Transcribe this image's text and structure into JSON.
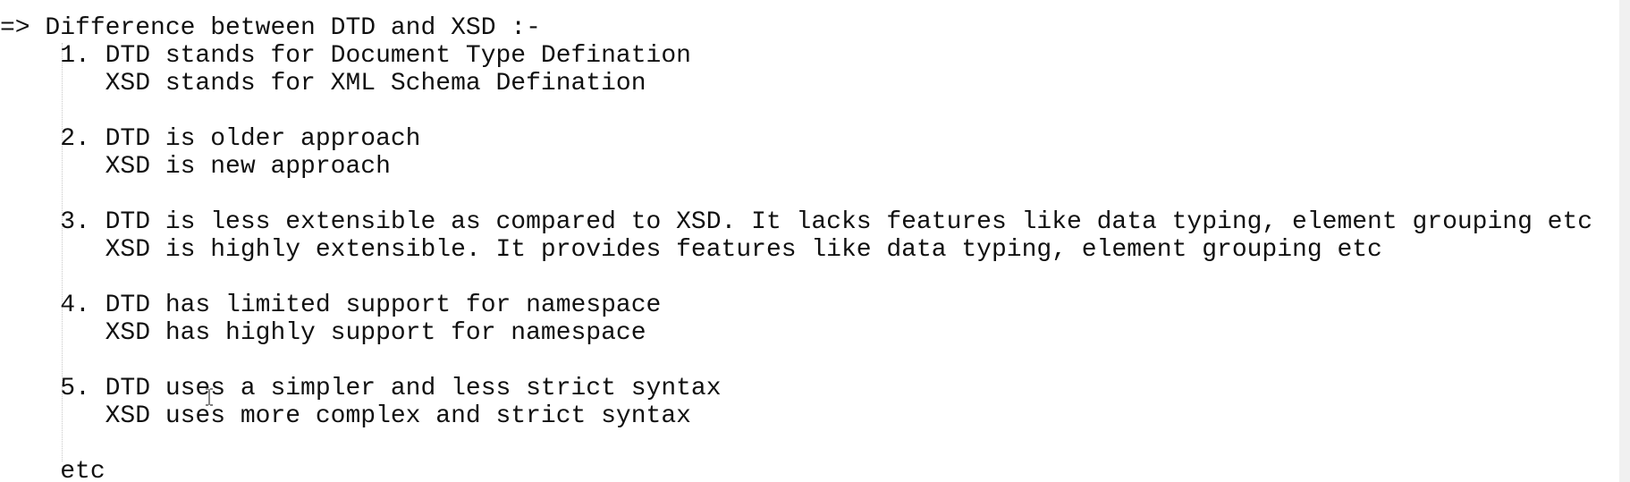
{
  "editor": {
    "lines": [
      "=> Difference between DTD and XSD :-",
      "    1. DTD stands for Document Type Defination",
      "       XSD stands for XML Schema Defination",
      "",
      "    2. DTD is older approach",
      "       XSD is new approach",
      "",
      "    3. DTD is less extensible as compared to XSD. It lacks features like data typing, element grouping etc",
      "       XSD is highly extensible. It provides features like data typing, element grouping etc",
      "",
      "    4. DTD has limited support for namespace",
      "       XSD has highly support for namespace",
      "",
      "    5. DTD uses a simpler and less strict syntax",
      "       XSD uses more complex and strict syntax",
      "",
      "    etc"
    ]
  },
  "icons": {
    "cursor": "text-cursor-icon"
  },
  "colors": {
    "text": "#111111",
    "background": "#ffffff",
    "indent_guide": "#c8c8c8",
    "scrollbar": "#f0f0f0"
  }
}
